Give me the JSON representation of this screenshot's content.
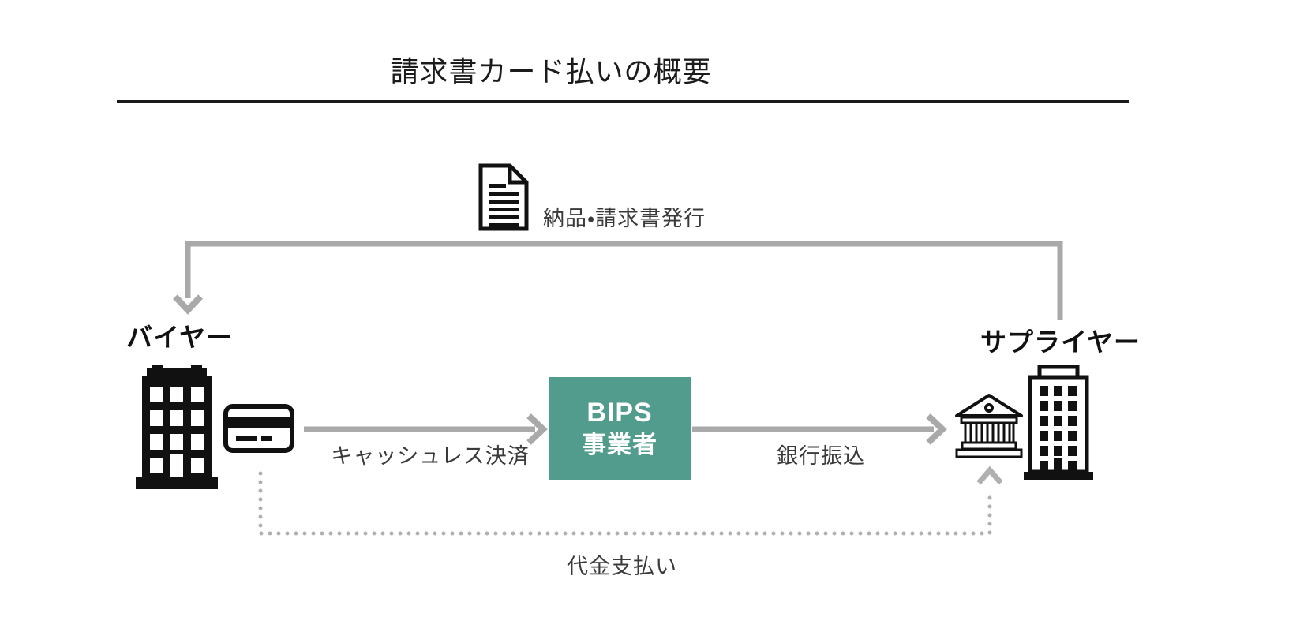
{
  "title": "請求書カード払いの概要",
  "colors": {
    "ink": "#1a1a1a",
    "accent_teal": "#529c8d",
    "arrow_gray": "#a9a9a9",
    "dotted_gray": "#b0b0b0"
  },
  "actors": {
    "buyer": {
      "label": "バイヤー",
      "icons": [
        "office-building-icon",
        "credit-card-icon"
      ]
    },
    "supplier": {
      "label": "サプライヤー",
      "icons": [
        "bank-icon",
        "office-building-icon"
      ]
    },
    "processor": {
      "line1": "BIPS",
      "line2": "事業者"
    }
  },
  "flows": {
    "invoice": {
      "label": "納品・請求書発行",
      "from": "supplier",
      "to": "buyer",
      "style": "solid-gray",
      "icon": "document-icon"
    },
    "cashless": {
      "label": "キャッシュレス決済",
      "from": "buyer",
      "to": "processor",
      "style": "solid-gray"
    },
    "bank_transfer": {
      "label": "銀行振込",
      "from": "processor",
      "to": "supplier",
      "style": "solid-gray"
    },
    "payment": {
      "label": "代金支払い",
      "from": "buyer",
      "to": "supplier",
      "style": "dotted-gray"
    }
  }
}
